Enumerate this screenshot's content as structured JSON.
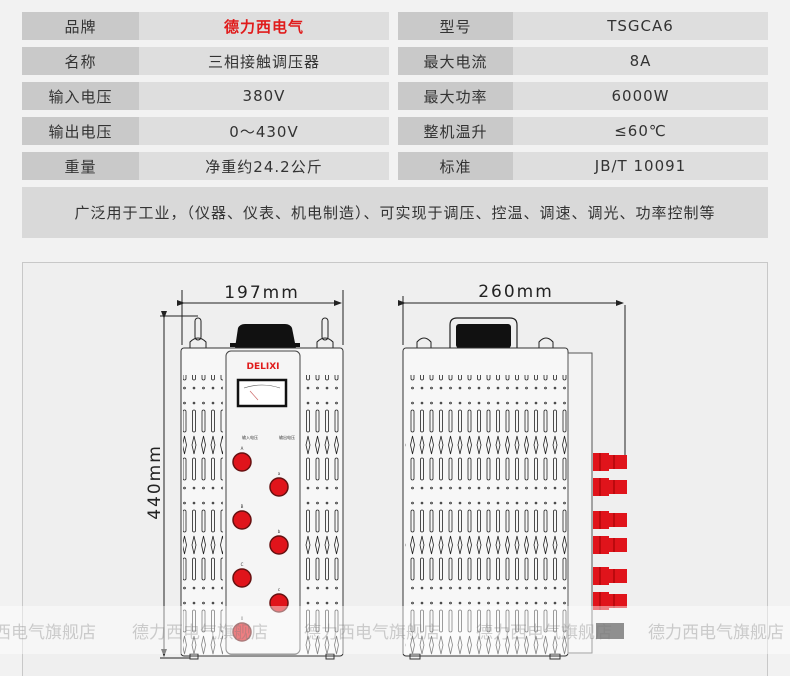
{
  "specs": [
    {
      "label": "品牌",
      "value": "德力西电气",
      "label2": "型号",
      "value2": "TSGCA6"
    },
    {
      "label": "名称",
      "value": "三相接触调压器",
      "label2": "最大电流",
      "value2": "8A"
    },
    {
      "label": "输入电压",
      "value": "380V",
      "label2": "最大功率",
      "value2": "6000W"
    },
    {
      "label": "输出电压",
      "value": "0～430V",
      "label2": "整机温升",
      "value2": "≤60℃"
    },
    {
      "label": "重量",
      "value": "净重约24.2公斤",
      "label2": "标准",
      "value2": "JB/T 10091"
    }
  ],
  "description": "广泛用于工业，（仪器、仪表、机电制造）、可实现于调压、控温、调速、调光、功率控制等",
  "drawing": {
    "width_label": "197mm",
    "depth_label": "260mm",
    "height_label": "440mm",
    "logo": "DELIXI",
    "input_label": "输入电压",
    "output_label": "输出电压",
    "terminals_in": [
      "A",
      "B",
      "C",
      "0"
    ],
    "terminals_out": [
      "a",
      "b",
      "c"
    ]
  },
  "watermark": "德力西电气旗舰店",
  "colors": {
    "brand": "#e01b1b",
    "terminal": "#e0141b"
  }
}
